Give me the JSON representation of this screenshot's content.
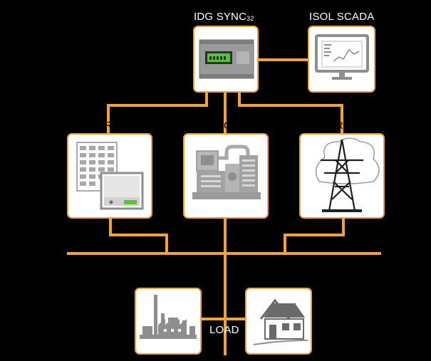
{
  "nodes": {
    "controller": {
      "label_main": "IDG SYNC",
      "label_sub": "32"
    },
    "scada": {
      "label": "ISOL SCADA"
    },
    "inverter": {
      "label": "INVERTER"
    },
    "dg": {
      "label": "DG"
    },
    "grid": {
      "label": "GRID"
    },
    "load": {
      "label": "LOAD"
    }
  },
  "colors": {
    "background": "#000000",
    "connector": "#F2A23A",
    "card_border": "#F2A23A",
    "card_fill": "#FFFFFF",
    "icon_gray": "#8E8E8E",
    "display_green": "#5BC236"
  }
}
